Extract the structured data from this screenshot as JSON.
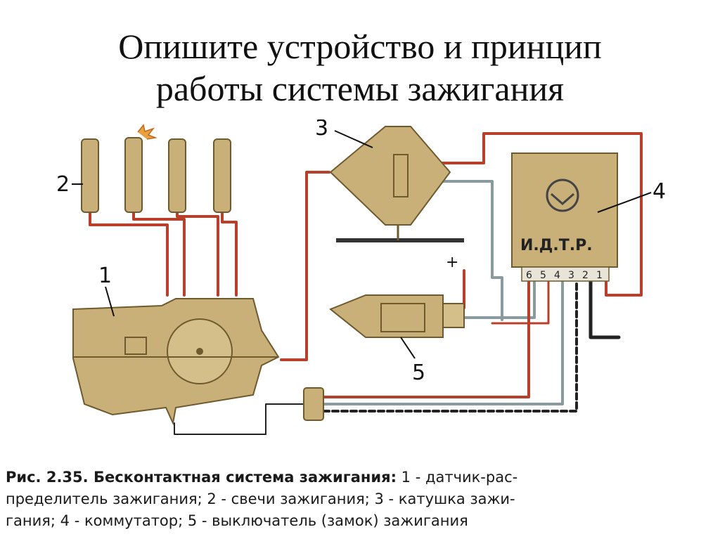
{
  "slide": {
    "title_line1": "Опишите устройство и принцип",
    "title_line2": "работы системы зажигания"
  },
  "diagram": {
    "labels": {
      "l1": "1",
      "l2": "2",
      "l3": "3",
      "l4": "4",
      "l5": "5",
      "plus": "+",
      "module_name": "И.Д.Т.Р.",
      "pins": [
        "6",
        "5",
        "4",
        "3",
        "2",
        "1"
      ]
    },
    "colors": {
      "component": "#c8b078",
      "component_dark": "#6e5a2e",
      "wire_red": "#b8402a",
      "wire_gray": "#8a9ba0",
      "wire_black": "#222222"
    }
  },
  "caption": {
    "prefix": "Рис. 2.35. Бесконтактная система зажигания:",
    "line1_rest": " 1 - датчик-рас-",
    "line2": "пределитель зажигания; 2 - свечи зажигания; 3 - катушка зажи-",
    "line3": "гания; 4 - коммутатор; 5 - выключатель (замок) зажигания"
  }
}
